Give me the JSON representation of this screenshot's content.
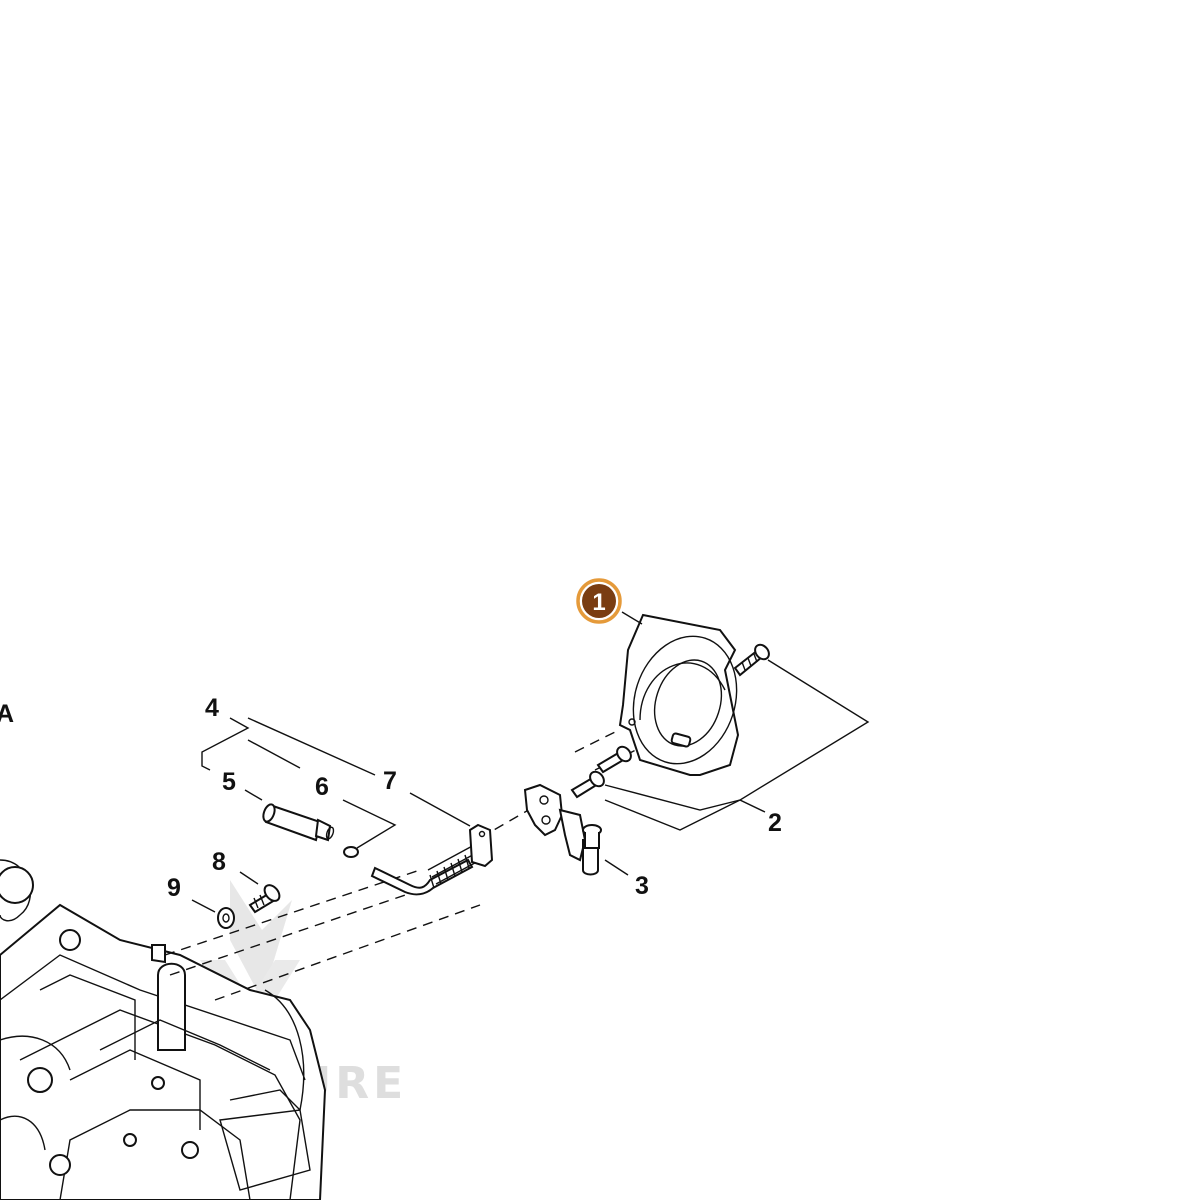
{
  "section_letter": "A",
  "highlight": {
    "label": "1",
    "color": "#7a3d12",
    "ring_color": "#e59a3a"
  },
  "callouts": {
    "c2": "2",
    "c3": "3",
    "c4": "4",
    "c5": "5",
    "c6": "6",
    "c7": "7",
    "c8": "8",
    "c9": "9"
  },
  "watermark": "ADVENTURE"
}
